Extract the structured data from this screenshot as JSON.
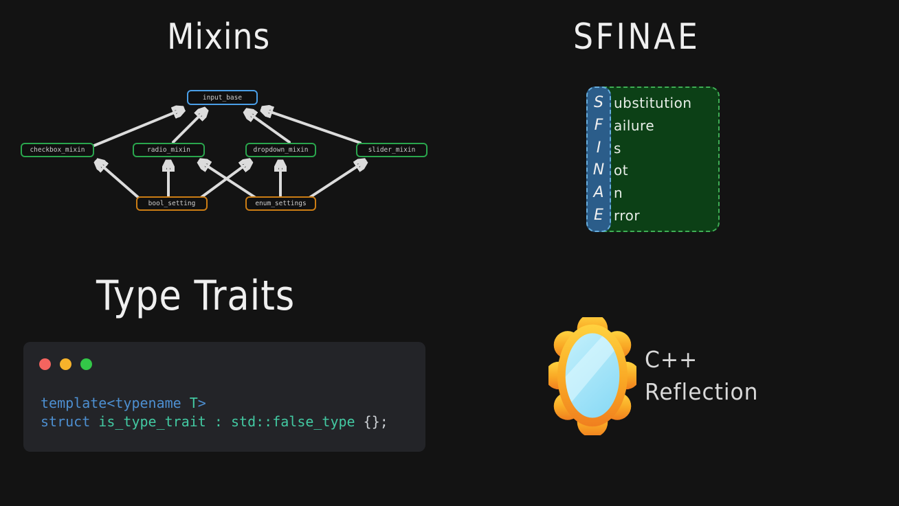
{
  "palette": {
    "background": "#131313",
    "node_blue_border": "#4a9fe8",
    "node_green_border": "#2aa64d",
    "node_orange_border": "#cc7d14",
    "arrow_color": "#dcdcdc",
    "sfinae_box_fill": "#0c4016",
    "sfinae_box_border": "#3fae55",
    "sfinae_strip_fill": "#2b5d8a",
    "sfinae_strip_border": "#67aede",
    "code_window_bg": "#232428",
    "code_keyword_blue": "#4d8fd1",
    "code_type_teal": "#43c9a2",
    "code_punct_gray": "#cdd1d5",
    "dot_red": "#f4645f",
    "dot_yellow": "#f7b32b",
    "dot_green": "#33c748"
  },
  "mixins": {
    "title": "Mixins",
    "nodes": {
      "input_base": "input_base",
      "checkbox_mixin": "checkbox_mixin",
      "radio_mixin": "radio_mixin",
      "dropdown_mixin": "dropdown_mixin",
      "slider_mixin": "slider_mixin",
      "bool_setting": "bool_setting",
      "enum_settings": "enum_settings"
    },
    "edges": [
      "checkbox_mixin -> input_base",
      "radio_mixin -> input_base",
      "dropdown_mixin -> input_base",
      "slider_mixin -> input_base",
      "bool_setting -> checkbox_mixin",
      "bool_setting -> radio_mixin",
      "bool_setting -> dropdown_mixin",
      "enum_settings -> radio_mixin",
      "enum_settings -> dropdown_mixin",
      "enum_settings -> slider_mixin"
    ]
  },
  "sfinae": {
    "title": "SFINAE",
    "rows": [
      {
        "letter": "S",
        "rest": "ubstitution"
      },
      {
        "letter": "F",
        "rest": "ailure"
      },
      {
        "letter": "I",
        "rest": "s"
      },
      {
        "letter": "N",
        "rest": "ot"
      },
      {
        "letter": "A",
        "rest": "n"
      },
      {
        "letter": "E",
        "rest": "rror"
      }
    ]
  },
  "type_traits": {
    "title": "Type Traits",
    "code_line1": [
      {
        "text": "template",
        "color": "blue"
      },
      {
        "text": "<",
        "color": "blue"
      },
      {
        "text": "typename",
        "color": "blue"
      },
      {
        "text": " ",
        "color": "plain"
      },
      {
        "text": "T",
        "color": "teal"
      },
      {
        "text": ">",
        "color": "blue"
      }
    ],
    "code_line2": [
      {
        "text": "struct",
        "color": "blue"
      },
      {
        "text": " ",
        "color": "plain"
      },
      {
        "text": "is_type_trait",
        "color": "teal"
      },
      {
        "text": " ",
        "color": "plain"
      },
      {
        "text": ":",
        "color": "teal"
      },
      {
        "text": " ",
        "color": "plain"
      },
      {
        "text": "std::false_type",
        "color": "teal"
      },
      {
        "text": " ",
        "color": "plain"
      },
      {
        "text": "{};",
        "color": "gray"
      }
    ]
  },
  "reflection": {
    "line1": "C++",
    "line2": "Reflection",
    "icon": "mirror-emoji"
  }
}
